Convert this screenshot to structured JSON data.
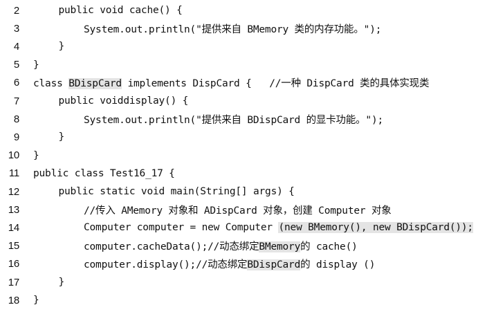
{
  "lines": [
    {
      "no": "2",
      "indent": 1,
      "segments": [
        {
          "text": "public void cache() {",
          "hl": false
        }
      ]
    },
    {
      "no": "3",
      "indent": 2,
      "segments": [
        {
          "text": "System.out.println(\"提供来自 BMemory 类的内存功能。\");",
          "hl": false
        }
      ]
    },
    {
      "no": "4",
      "indent": 1,
      "segments": [
        {
          "text": "}",
          "hl": false
        }
      ]
    },
    {
      "no": "5",
      "indent": 0,
      "segments": [
        {
          "text": "}",
          "hl": false
        }
      ]
    },
    {
      "no": "6",
      "indent": 0,
      "segments": [
        {
          "text": "class ",
          "hl": false
        },
        {
          "text": "BDispCard",
          "hl": true
        },
        {
          "text": " implements DispCard {   //一种 DispCard 类的具体实现类",
          "hl": false
        }
      ]
    },
    {
      "no": "7",
      "indent": 1,
      "segments": [
        {
          "text": "public voiddisplay() {",
          "hl": false
        }
      ]
    },
    {
      "no": "8",
      "indent": 2,
      "segments": [
        {
          "text": "System.out.println(\"提供来自 BDispCard 的显卡功能。\");",
          "hl": false
        }
      ]
    },
    {
      "no": "9",
      "indent": 1,
      "segments": [
        {
          "text": "}",
          "hl": false
        }
      ]
    },
    {
      "no": "10",
      "indent": 0,
      "segments": [
        {
          "text": "}",
          "hl": false
        }
      ]
    },
    {
      "no": "11",
      "indent": 0,
      "segments": [
        {
          "text": "public class Test16_17 {",
          "hl": false
        }
      ]
    },
    {
      "no": "12",
      "indent": 1,
      "segments": [
        {
          "text": "public static void main(String[] args) {",
          "hl": false
        }
      ]
    },
    {
      "no": "13",
      "indent": 2,
      "segments": [
        {
          "text": "//传入 AMemory 对象和 ADispCard 对象，创建 Computer 对象",
          "hl": false
        }
      ]
    },
    {
      "no": "14",
      "indent": 2,
      "segments": [
        {
          "text": "Computer computer = new Computer ",
          "hl": false
        },
        {
          "text": "(new BMemory(), new BDispCard());",
          "hl": true
        }
      ]
    },
    {
      "no": "15",
      "indent": 2,
      "segments": [
        {
          "text": "computer.cacheData();//动态绑定",
          "hl": false
        },
        {
          "text": "BMemory",
          "hl": true
        },
        {
          "text": "的 cache()",
          "hl": false
        }
      ]
    },
    {
      "no": "16",
      "indent": 2,
      "segments": [
        {
          "text": "computer.display();//动态绑定",
          "hl": false
        },
        {
          "text": "BDispCard",
          "hl": true
        },
        {
          "text": "的 display ()",
          "hl": false
        }
      ]
    },
    {
      "no": "17",
      "indent": 1,
      "segments": [
        {
          "text": "}",
          "hl": false
        }
      ]
    },
    {
      "no": "18",
      "indent": 0,
      "segments": [
        {
          "text": "}",
          "hl": false
        }
      ]
    }
  ]
}
